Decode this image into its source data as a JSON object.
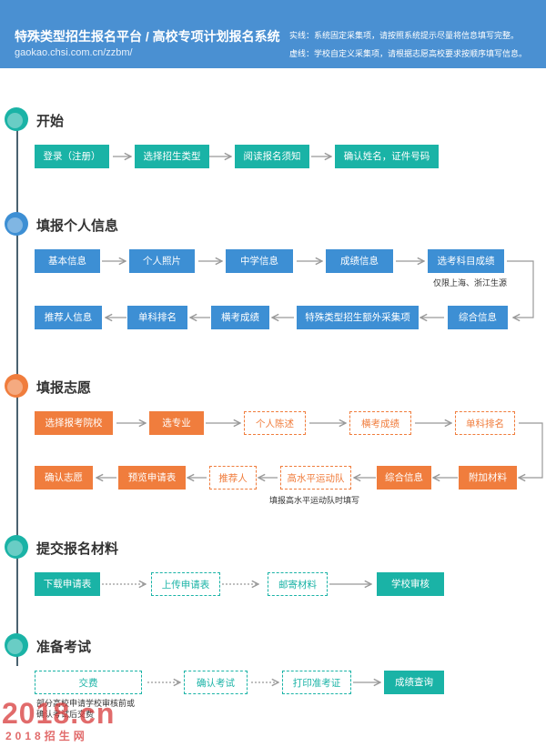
{
  "header": {
    "title": "特殊类型招生报名平台 / 高校专项计划报名系统",
    "url": "gaokao.chsi.com.cn/zzbm/",
    "legend_solid": "实线：系统固定采集项，请按照系统提示尽量将信息填写完整。",
    "legend_dashed": "虚线：学校自定义采集项，请根据志愿高校要求按顺序填写信息。"
  },
  "sections": [
    {
      "title": "开始",
      "color": "#1ab3a6",
      "steps": [
        "登录（注册）",
        "选择招生类型",
        "阅读报名须知",
        "确认姓名，证件号码"
      ]
    },
    {
      "title": "填报个人信息",
      "color": "#3d8fd4",
      "row1": [
        "基本信息",
        "个人照片",
        "中学信息",
        "成绩信息",
        "选考科目成绩"
      ],
      "row1_note": "仅限上海、浙江生源",
      "row2": [
        "推荐人信息",
        "单科排名",
        "横考成绩",
        "特殊类型招生额外采集项",
        "综合信息"
      ]
    },
    {
      "title": "填报志愿",
      "color": "#f07d3d",
      "row1": [
        "选择报考院校",
        "选专业",
        "个人陈述",
        "横考成绩",
        "单科排名"
      ],
      "row2": [
        "确认志愿",
        "预览申请表",
        "推荐人",
        "高水平运动队",
        "综合信息",
        "附加材料"
      ],
      "row2_note": "填报高水平运动队时填写"
    },
    {
      "title": "提交报名材料",
      "color": "#1ab3a6",
      "steps": [
        "下载申请表",
        "上传申请表",
        "邮寄材料",
        "学校审核"
      ]
    },
    {
      "title": "准备考试",
      "color": "#1ab3a6",
      "steps": [
        "交费",
        "确认考试",
        "打印准考证",
        "成绩查询"
      ],
      "note_line1": "部分高校申请学校审核前或",
      "note_line2": "确认考试后交费"
    }
  ],
  "watermark": {
    "big": "2018.cn",
    "small": "2018招生网"
  }
}
